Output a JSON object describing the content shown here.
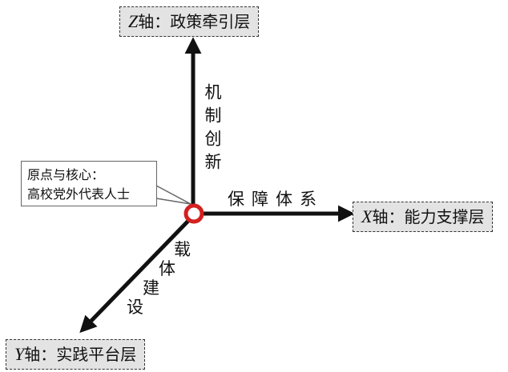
{
  "z_axis": {
    "var": "Z",
    "label": "轴：政策牵引层"
  },
  "x_axis": {
    "var": "X",
    "label": "轴：能力支撑层"
  },
  "y_axis": {
    "var": "Y",
    "label": "轴：实践平台层"
  },
  "callout": {
    "line1": "原点与核心：",
    "line2": "高校党外代表人士"
  },
  "z_arrow_label": "机制创新",
  "x_arrow_label": "保障体系",
  "y_arrow_label": {
    "c0": "载",
    "c1": "体",
    "c2": "建",
    "c3": "设"
  },
  "colors": {
    "arrow": "#111111",
    "origin_ring": "#d42020",
    "box_fill": "#e3e3e3"
  }
}
